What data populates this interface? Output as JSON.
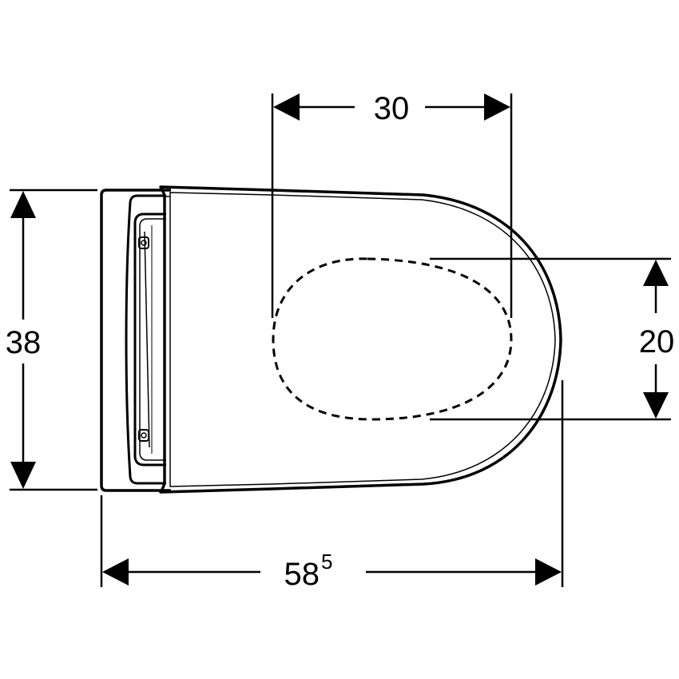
{
  "drawing": {
    "subject": "wall-hung toilet top view",
    "line_color": "#000000",
    "background": "#ffffff"
  },
  "dimensions": {
    "top_width": {
      "label": "30"
    },
    "right_height": {
      "label": "20"
    },
    "left_height": {
      "label": "38"
    },
    "bottom_length": {
      "label": "58",
      "superscript": "5"
    }
  }
}
